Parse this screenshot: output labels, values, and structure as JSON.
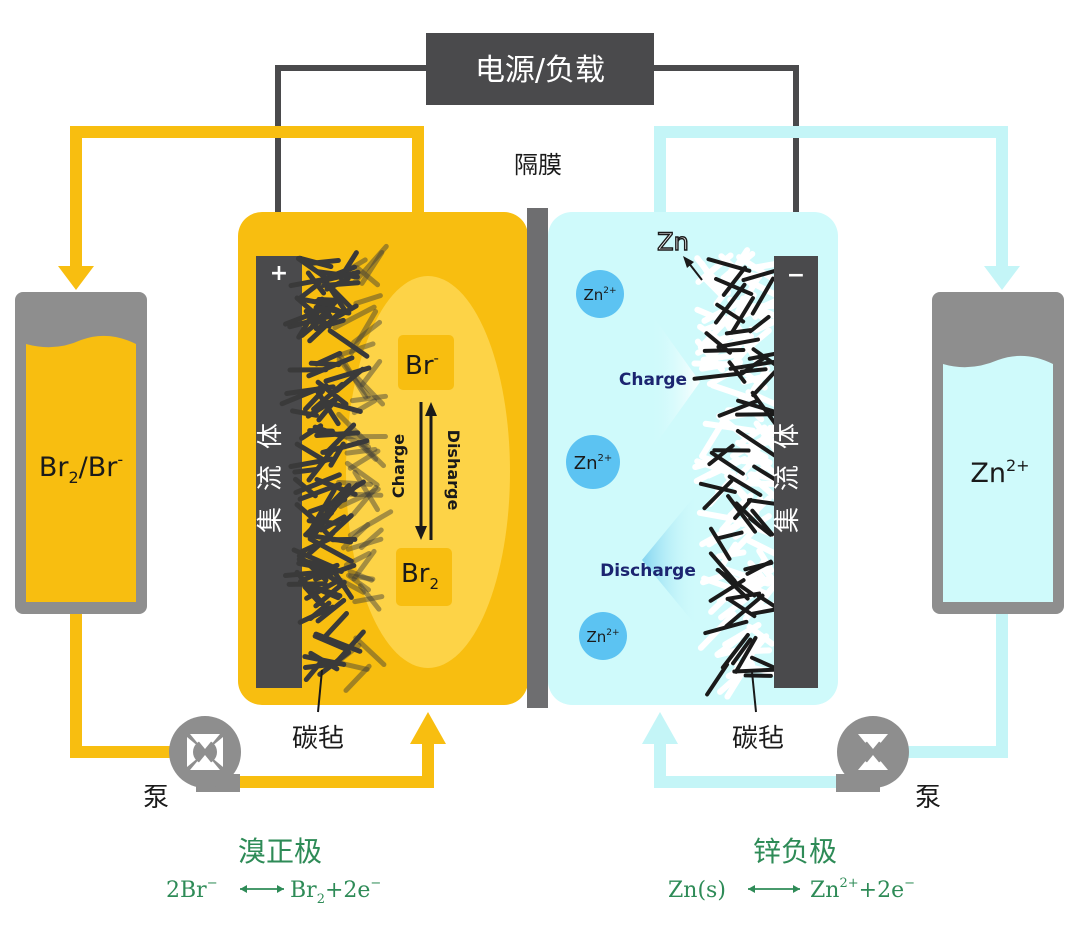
{
  "power_label": "电源/负载",
  "membrane_label": "隔膜",
  "left": {
    "tank_label_main": "Br",
    "tank_label_sub": "2",
    "tank_label_tail": "/Br",
    "tank_label_sup": "-",
    "terminal_sign": "+",
    "collector_label": "集流体",
    "felt_label": "碳毡",
    "pump_label": "泵",
    "ion_top_main": "Br",
    "ion_top_sup": "-",
    "ion_bottom_main": "Br",
    "ion_bottom_sub": "2",
    "charge_label": "Charge",
    "discharge_label": "Disharge",
    "electrode_title": "溴正极",
    "equation": {
      "left": "2Br",
      "left_sup": "−",
      "right": "Br",
      "right_sub": "2",
      "right_tail": "+2e",
      "right_sup": "−"
    }
  },
  "right": {
    "tank_label_main": "Zn",
    "tank_label_sup": "2+",
    "terminal_sign": "−",
    "collector_label": "集流体",
    "felt_label": "碳毡",
    "pump_label": "泵",
    "zn_label": "Zn",
    "ion_main": "Zn",
    "ion_sup": "2+",
    "charge_label": "Charge",
    "discharge_label": "Discharge",
    "electrode_title": "锌负极",
    "equation": {
      "left": "Zn(s)",
      "right": "Zn",
      "right_sup": "2+",
      "right_tail": "+2e",
      "right_sup2": "−"
    }
  },
  "colors": {
    "gold": "#F8BE10",
    "gold_light": "#FFE27A",
    "cyan": "#CFFAFB",
    "cyan_pipe": "#C4F5F7",
    "dark": "#4A4A4C",
    "gray": "#8E8E8E",
    "green": "#2E8B57",
    "navy": "#1B2470",
    "ion_blue": "#5CC3F2"
  }
}
